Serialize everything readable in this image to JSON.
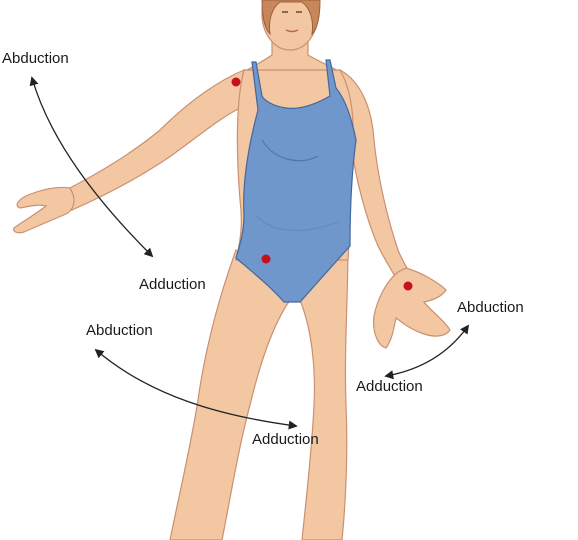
{
  "labels": {
    "arm_abduction": "Abduction",
    "arm_adduction": "Adduction",
    "leg_abduction": "Abduction",
    "leg_adduction": "Adduction",
    "wrist_abduction": "Abduction",
    "wrist_adduction": "Adduction"
  },
  "colors": {
    "skin": "#f3c7a2",
    "skin_shadow": "#d9a07c",
    "swimsuit": "#6f97cc",
    "swimsuit_shadow": "#4f76ad",
    "hair": "#c8875a",
    "joint_marker": "#c8101a",
    "arrow": "#222222"
  }
}
